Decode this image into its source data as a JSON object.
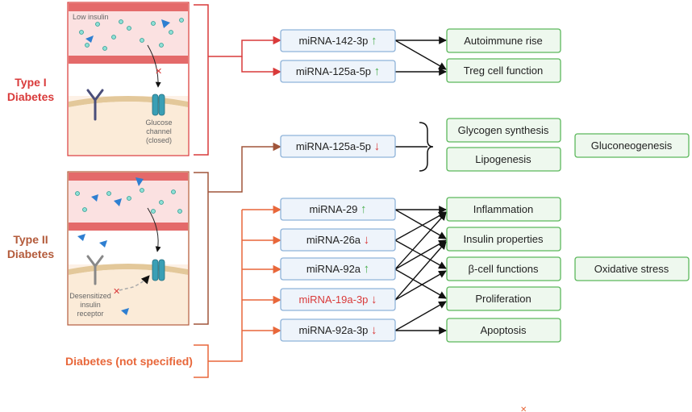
{
  "groups": {
    "type1": {
      "line1": "Type I",
      "line2": "Diabetes",
      "color": "#d93a3a"
    },
    "type2": {
      "line1": "Type II",
      "line2": "Diabetes",
      "color": "#b35a3a"
    },
    "unspecified": {
      "label": "Diabetes (not specified)",
      "color": "#e8673a"
    }
  },
  "panel1": {
    "low_insulin": "Low insulin",
    "channel_line1": "Glucose",
    "channel_line2": "channel",
    "channel_line3": "(closed)"
  },
  "panel2": {
    "receptor_line1": "Desensitized",
    "receptor_line2": "insulin",
    "receptor_line3": "receptor"
  },
  "mirnas": [
    {
      "id": "m1",
      "name": "miRNA-142-3p",
      "arrow": "↑",
      "direction": "up",
      "name_color": "#222222"
    },
    {
      "id": "m2",
      "name": "miRNA-125a-5p",
      "arrow": "↑",
      "direction": "up",
      "name_color": "#222222"
    },
    {
      "id": "m3",
      "name": "miRNA-125a-5p",
      "arrow": "↓",
      "direction": "down",
      "name_color": "#222222"
    },
    {
      "id": "m4",
      "name": "miRNA-29",
      "arrow": "↑",
      "direction": "up",
      "name_color": "#222222"
    },
    {
      "id": "m5",
      "name": "miRNA-26a",
      "arrow": "↓",
      "direction": "down",
      "name_color": "#222222"
    },
    {
      "id": "m6",
      "name": "miRNA-92a",
      "arrow": "↑",
      "direction": "up",
      "name_color": "#222222"
    },
    {
      "id": "m7",
      "name": "miRNA-19a-3p",
      "arrow": "↓",
      "direction": "down",
      "name_color": "#d93a3a"
    },
    {
      "id": "m8",
      "name": "miRNA-92a-3p",
      "arrow": "↓",
      "direction": "down",
      "name_color": "#222222"
    }
  ],
  "outcomes": [
    {
      "id": "o1",
      "label": "Autoimmune rise"
    },
    {
      "id": "o2",
      "label": "Treg cell function"
    },
    {
      "id": "o3",
      "label": "Glycogen synthesis"
    },
    {
      "id": "o4",
      "label": "Lipogenesis"
    },
    {
      "id": "o5",
      "label": "Gluconeogenesis"
    },
    {
      "id": "o6",
      "label": "Inflammation"
    },
    {
      "id": "o7",
      "label": "Insulin properties"
    },
    {
      "id": "o8",
      "label": "β-cell functions"
    },
    {
      "id": "o9",
      "label": "Oxidative stress"
    },
    {
      "id": "o10",
      "label": "Proliferation"
    },
    {
      "id": "o11",
      "label": "Apoptosis"
    }
  ],
  "colors": {
    "up_arrow": "#4caf50",
    "down_arrow": "#d93a3a",
    "mirna_border": "#8fb3d9",
    "mirna_fill": "#eef4fb",
    "outcome_border": "#5cb85c",
    "outcome_fill": "#eef8ee"
  }
}
